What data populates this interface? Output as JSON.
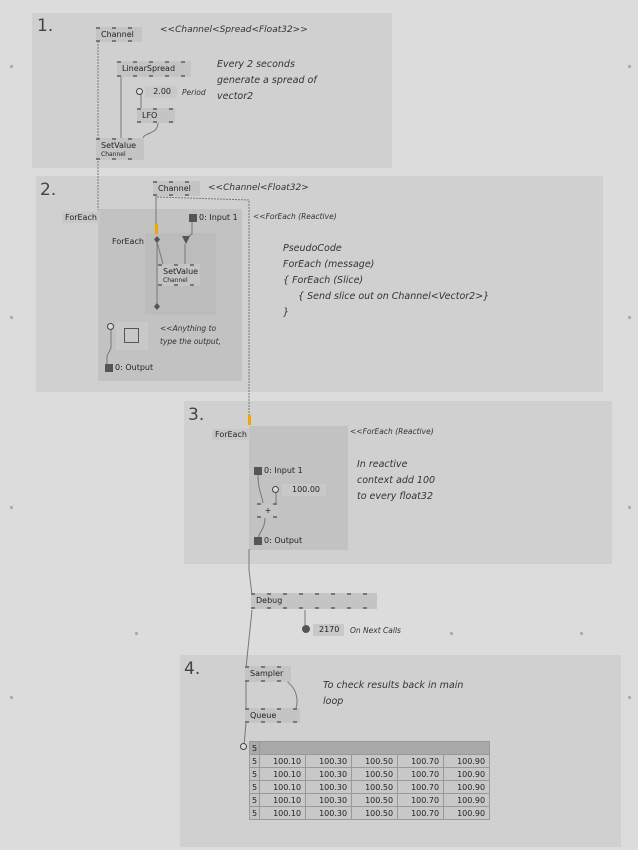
{
  "regions": [
    {
      "number": "1."
    },
    {
      "number": "2."
    },
    {
      "number": "3."
    },
    {
      "number": "4."
    }
  ],
  "section1": {
    "channel_node": "Channel",
    "channel_comment": "<<Channel<Spread<Float32>>",
    "linear_spread_node": "LinearSpread",
    "period_value": "2.00",
    "period_label": "Period",
    "lfo_node": "LFO",
    "setvalue_node": "SetValue",
    "setvalue_sub": "Channel",
    "comment_lines": [
      "Every 2 seconds",
      "generate a spread of",
      "vector2"
    ]
  },
  "section2": {
    "channel_node": "Channel",
    "channel_comment": "<<Channel<Float32>",
    "foreach_outer_label": "ForEach",
    "foreach_reactive_comment": "<<ForEach (Reactive)",
    "input_label": "0: Input 1",
    "foreach_inner_label": "ForEach",
    "setvalue_node": "SetValue",
    "setvalue_sub": "Channel",
    "anything_comment_lines": [
      "<<Anything to",
      "type the output,"
    ],
    "output_label": "0: Output",
    "pseudocode_lines": [
      "PseudoCode",
      "ForEach (message)",
      "{ ForEach (Slice)",
      "{ Send slice out on Channel<Vector2>}",
      "}"
    ]
  },
  "section3": {
    "foreach_label": "ForEach",
    "foreach_reactive_comment": "<<ForEach (Reactive)",
    "input_label": "0: Input 1",
    "add_value": "100.00",
    "plus_node": "+",
    "output_label": "0: Output",
    "comment_lines": [
      "In reactive",
      "context add 100",
      "to every float32"
    ]
  },
  "debug": {
    "node": "Debug",
    "calls_value": "2170",
    "calls_label": "On Next Calls"
  },
  "section4": {
    "sampler_node": "Sampler",
    "queue_node": "Queue",
    "comment_lines": [
      "To check results back in main",
      "loop"
    ],
    "spread_count": "5",
    "rows": [
      {
        "index": "5",
        "values": [
          "100.10",
          "100.30",
          "100.50",
          "100.70",
          "100.90"
        ]
      },
      {
        "index": "5",
        "values": [
          "100.10",
          "100.30",
          "100.50",
          "100.70",
          "100.90"
        ]
      },
      {
        "index": "5",
        "values": [
          "100.10",
          "100.30",
          "100.50",
          "100.70",
          "100.90"
        ]
      },
      {
        "index": "5",
        "values": [
          "100.10",
          "100.30",
          "100.50",
          "100.70",
          "100.90"
        ]
      },
      {
        "index": "5",
        "values": [
          "100.10",
          "100.30",
          "100.50",
          "100.70",
          "100.90"
        ]
      }
    ]
  },
  "colors": {
    "background": "#dcdcdc",
    "region": "#d0d0d0",
    "node": "#c4c4c4",
    "wire": "#777777",
    "highlight_link": "#f0a800"
  }
}
